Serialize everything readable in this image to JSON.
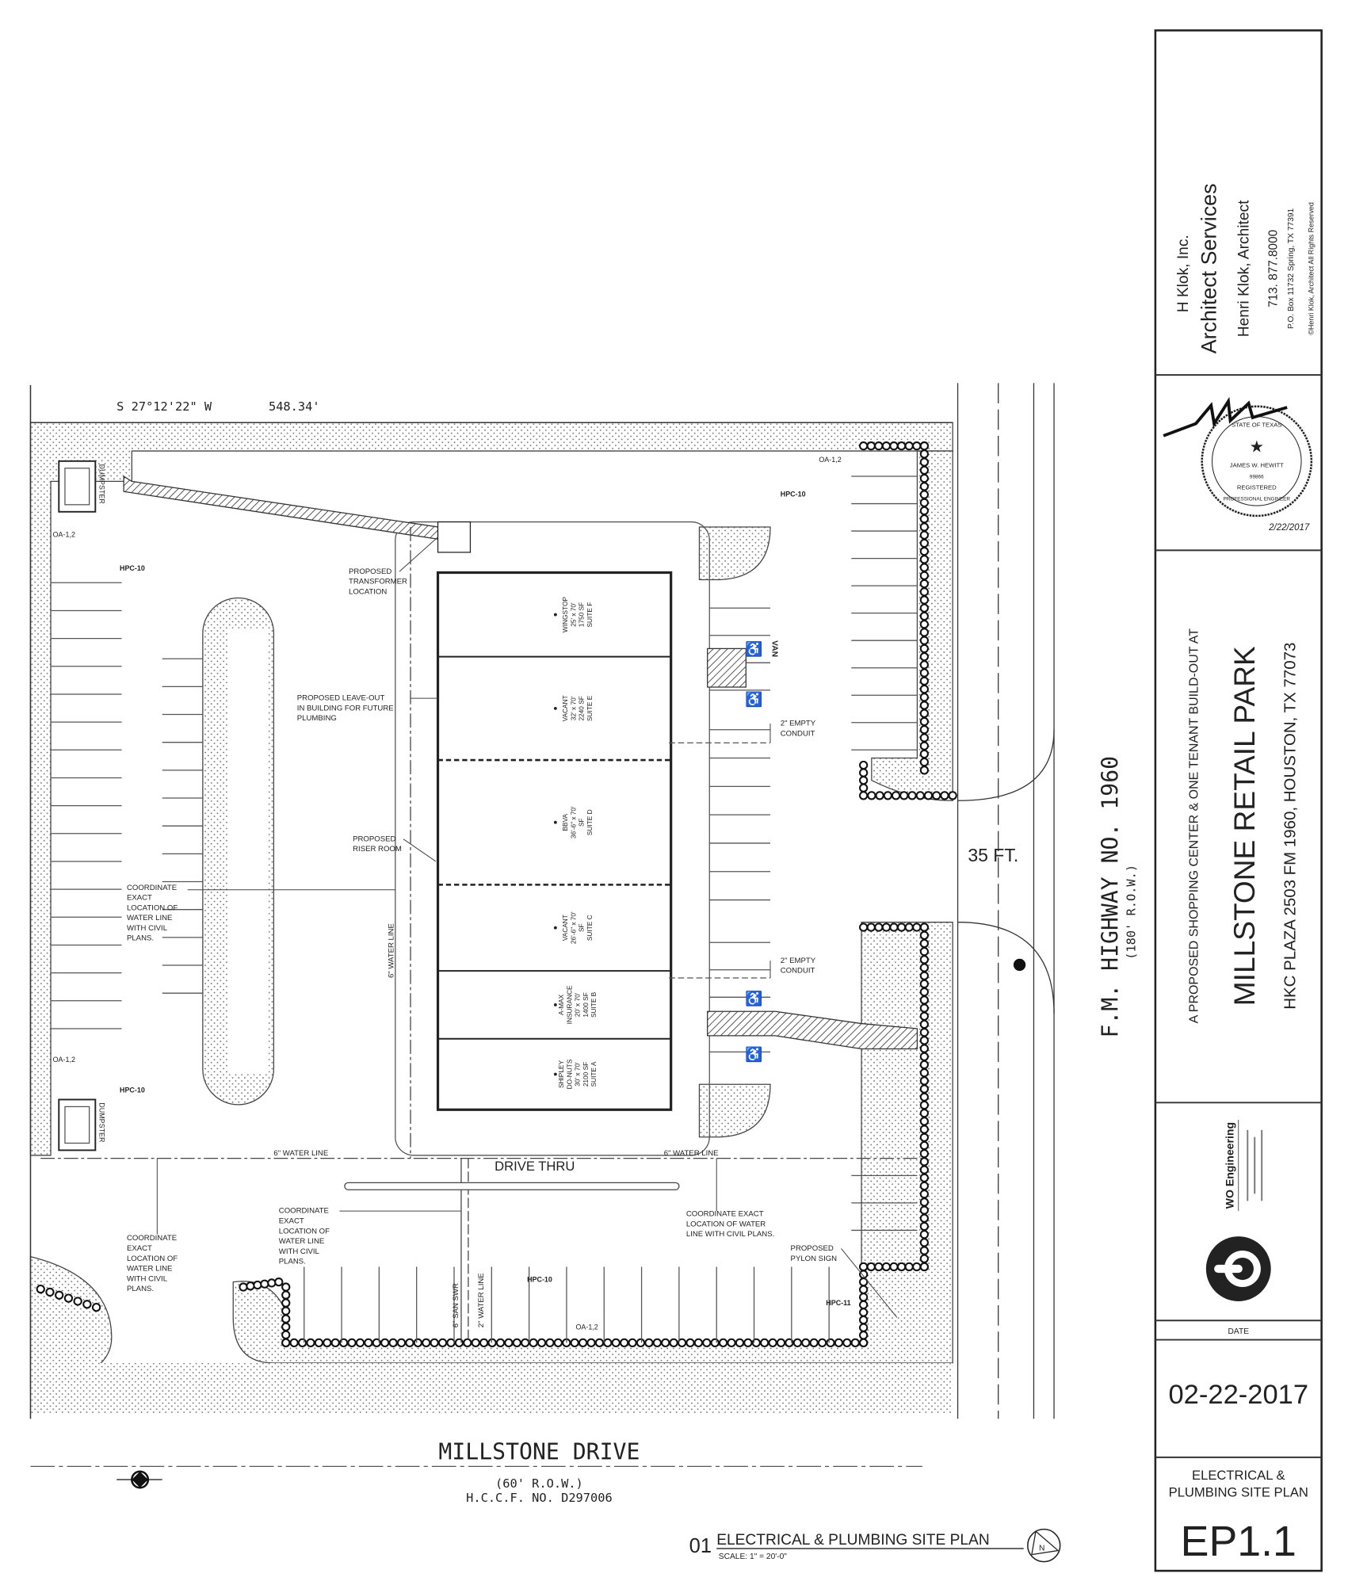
{
  "title_block": {
    "architect": {
      "company": "H Klok, Inc.",
      "services": "Architect Services",
      "name": "Henri Klok, Architect",
      "phone": "713. 877.8000",
      "address": "P.O. Box 11732    Spring, TX 77391",
      "copyright": "©Henri Klok, Architect All Rights Reserved"
    },
    "seal": {
      "state": "STATE OF TEXAS",
      "name": "JAMES W. HEWITT",
      "number": "99866",
      "registered": "REGISTERED",
      "profession": "PROFESSIONAL ENGINEER",
      "date": "2/22/2017"
    },
    "project": {
      "subtitle": "A PROPOSED SHOPPING CENTER & ONE TENANT BUILD-OUT AT",
      "name": "MILLSTONE RETAIL PARK",
      "address": "HKC PLAZA  2503 FM 1960, HOUSTON, TX 77073"
    },
    "engineer": {
      "name": "WO Engineering"
    },
    "date_label": "DATE",
    "date": "02-22-2017",
    "sheet_title_line1": "ELECTRICAL &",
    "sheet_title_line2": "PLUMBING SITE PLAN",
    "sheet_number": "EP1.1"
  },
  "plan": {
    "bearing": "S 27°12'22\" W",
    "distance": "548.34'",
    "highway": "F.M. HIGHWAY NO. 1960",
    "highway_row": "(180' R.O.W.)",
    "setback": "35 FT.",
    "street": "MILLSTONE DRIVE",
    "street_row": "(60' R.O.W.)",
    "street_ref": "H.C.C.F. NO. D297006",
    "drive_thru": "DRIVE THRU",
    "water_line_6": "6\" WATER LINE",
    "water_line_2": "2\" WATER LINE",
    "san_swr": "6\" SAN SWR",
    "dumpster": "DUMPSTER",
    "van": "VAN",
    "tenants": [
      {
        "lines": [
          "WINGSTOP",
          "25' x 70'",
          "1750 SF",
          "SUITE F"
        ]
      },
      {
        "lines": [
          "VACANT",
          "32' x 70'",
          "2240 SF",
          "SUITE E"
        ]
      },
      {
        "lines": [
          "BBVA",
          "36'-6\" x 70'",
          "SF",
          "SUITE D"
        ]
      },
      {
        "lines": [
          "VACANT",
          "26'-6\" x 70'",
          "SF",
          "SUITE C"
        ]
      },
      {
        "lines": [
          "A-MAX",
          "INSURANCE",
          "20' x 70'",
          "1400 SF",
          "SUITE B"
        ]
      },
      {
        "lines": [
          "SHIPLEY",
          "DO-NUTS",
          "30' x 70'",
          "2100 SF",
          "SUITE A"
        ]
      }
    ],
    "notes": {
      "transformer": [
        "PROPOSED",
        "TRANSFORMER",
        "LOCATION"
      ],
      "leave_out": [
        "PROPOSED LEAVE-OUT",
        "IN BUILDING FOR FUTURE",
        "PLUMBING"
      ],
      "riser": [
        "PROPOSED",
        "RISER ROOM"
      ],
      "coord_left": [
        "COORDINATE",
        "EXACT",
        "LOCATION OF",
        "WATER LINE",
        "WITH CIVIL",
        "PLANS."
      ],
      "coord_bottom_left": [
        "COORDINATE",
        "EXACT",
        "LOCATION OF",
        "WATER LINE",
        "WITH CIVIL",
        "PLANS."
      ],
      "coord_mid": [
        "COORDINATE",
        "EXACT",
        "LOCATION OF",
        "WATER LINE",
        "WITH CIVIL",
        "PLANS."
      ],
      "coord_right": [
        "COORDINATE EXACT",
        "LOCATION OF WATER",
        "LINE WITH CIVIL PLANS."
      ],
      "conduit_1": [
        "2\" EMPTY",
        "CONDUIT"
      ],
      "conduit_2": [
        "2\" EMPTY",
        "CONDUIT"
      ],
      "pylon": [
        "PROPOSED",
        "PYLON SIGN"
      ]
    },
    "tags": {
      "hpc10": "HPC-10",
      "hpc11": "HPC-11",
      "oa": "OA-1,2"
    },
    "drawing_number": "01",
    "drawing_title": "ELECTRICAL & PLUMBING SITE PLAN",
    "scale": "SCALE: 1\" = 20'-0\"",
    "north": "N"
  }
}
